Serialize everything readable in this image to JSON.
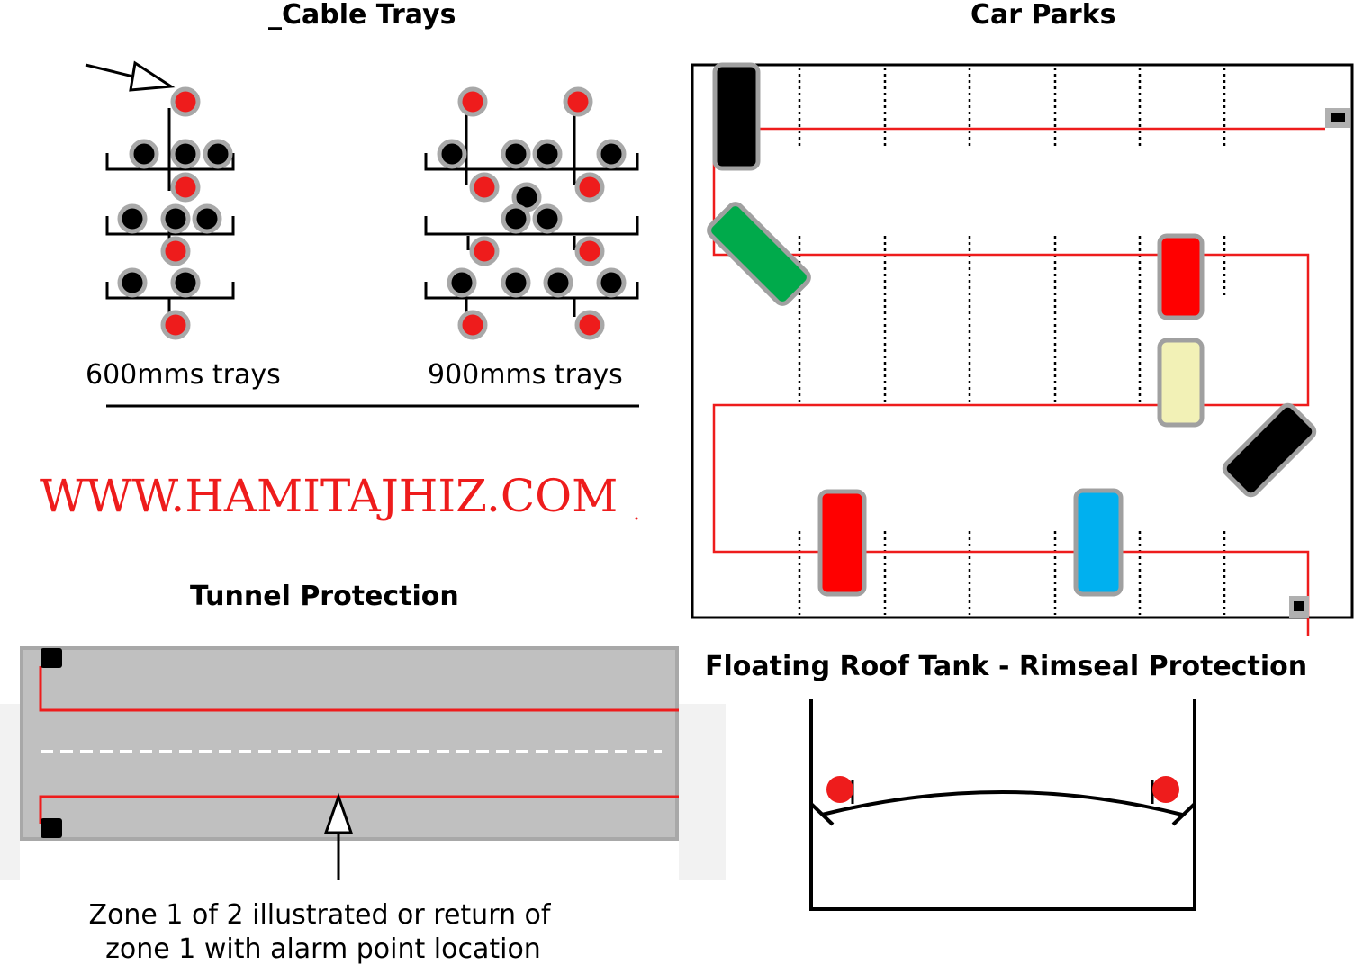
{
  "titles": {
    "cable_trays": "_Cable Trays",
    "car_parks": "Car Parks",
    "tunnel": "Tunnel Protection",
    "tank": "Floating Roof Tank - Rimseal Protection"
  },
  "labels": {
    "tray_600": "600mms trays",
    "tray_900": "900mms trays",
    "zone_line1": "Zone 1 of 2 illustrated or return of",
    "zone_line2": "zone  1  with alarm point location"
  },
  "watermark": "WWW.HAMITAJHIZ.COM",
  "colors": {
    "detector": "#ee1c1c",
    "sensor_cable": "#ee1c1c",
    "tunnel_fill": "#c0c0c0",
    "car_black": "#000000",
    "car_green": "#00aa4b",
    "car_red": "#ff0000",
    "car_cream": "#f2f1b6",
    "car_blue": "#00b0ef"
  },
  "cars": [
    {
      "name": "car-black-top-left",
      "color": "#000000"
    },
    {
      "name": "car-green",
      "color": "#00aa4b"
    },
    {
      "name": "car-red-right",
      "color": "#ff0000"
    },
    {
      "name": "car-cream",
      "color": "#f2f1b6"
    },
    {
      "name": "car-black-angled",
      "color": "#000000"
    },
    {
      "name": "car-red-bottom",
      "color": "#ff0000"
    },
    {
      "name": "car-blue",
      "color": "#00b0ef"
    }
  ]
}
